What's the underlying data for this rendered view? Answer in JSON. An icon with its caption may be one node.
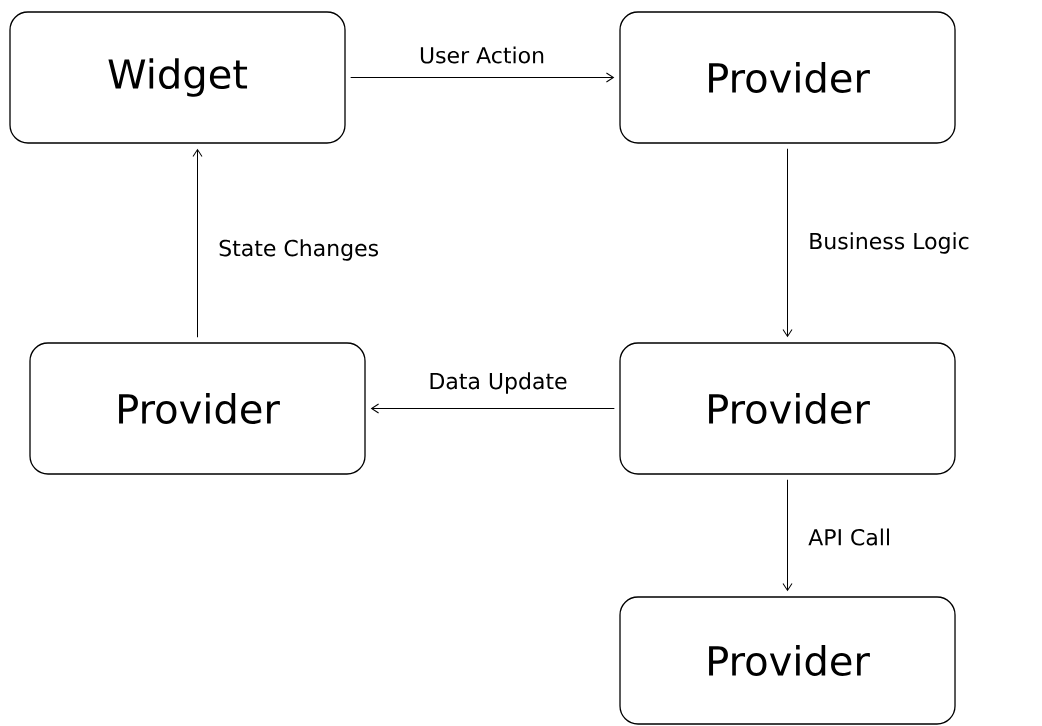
{
  "diagram": {
    "nodes": [
      {
        "text": [
          "Widget"
        ]
      },
      {
        "text": [
          "Provider"
        ]
      },
      {
        "text": [
          "Provider"
        ]
      },
      {
        "text": [
          "Provider"
        ]
      },
      {
        "text": [
          "Provider"
        ]
      }
    ],
    "edges": [
      {
        "from": 0,
        "to": 1,
        "arrow": "to",
        "label": "User Action"
      },
      {
        "from": 1,
        "to": 3,
        "arrow": "to",
        "label": "Business Logic"
      },
      {
        "from": 3,
        "to": 2,
        "arrow": "to",
        "label": "Data Update"
      },
      {
        "from": 2,
        "to": 0,
        "arrow": "to",
        "label": "State Changes"
      },
      {
        "from": 3,
        "to": 4,
        "arrow": "to",
        "label": "API Call"
      }
    ]
  }
}
